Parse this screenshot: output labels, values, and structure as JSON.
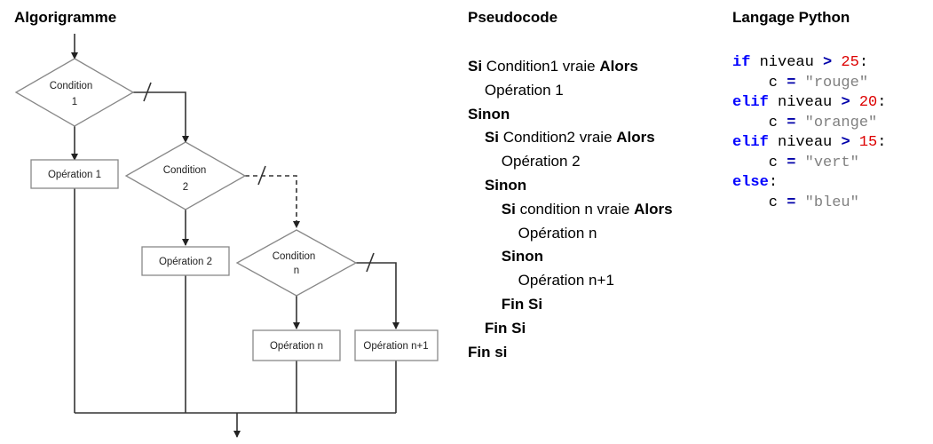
{
  "headings": {
    "algorigramme": "Algorigramme",
    "pseudocode": "Pseudocode",
    "python": "Langage Python"
  },
  "flowchart": {
    "cond1": [
      "Condition",
      "1"
    ],
    "cond2": [
      "Condition",
      "2"
    ],
    "condn": [
      "Condition",
      "n"
    ],
    "op1": "Opération 1",
    "op2": "Opération 2",
    "opn": "Opération n",
    "opn1": "Opération n+1"
  },
  "pseudocode": [
    [
      {
        "t": "Si",
        "b": true
      },
      {
        "t": " Condition1 vraie "
      },
      {
        "t": "Alors",
        "b": true
      }
    ],
    [
      {
        "t": "    Opération 1"
      }
    ],
    [
      {
        "t": "Sinon",
        "b": true
      }
    ],
    [
      {
        "t": "    "
      },
      {
        "t": "Si",
        "b": true
      },
      {
        "t": " Condition2 vraie "
      },
      {
        "t": "Alors",
        "b": true
      }
    ],
    [
      {
        "t": "        Opération 2"
      }
    ],
    [
      {
        "t": "    "
      },
      {
        "t": "Sinon",
        "b": true
      }
    ],
    [
      {
        "t": "        "
      },
      {
        "t": "Si",
        "b": true
      },
      {
        "t": " condition n vraie "
      },
      {
        "t": "Alors",
        "b": true
      }
    ],
    [
      {
        "t": "            Opération n"
      }
    ],
    [
      {
        "t": "        "
      },
      {
        "t": "Sinon",
        "b": true
      }
    ],
    [
      {
        "t": "            Opération n+1"
      }
    ],
    [
      {
        "t": "        "
      },
      {
        "t": "Fin Si",
        "b": true
      }
    ],
    [
      {
        "t": "    "
      },
      {
        "t": "Fin Si",
        "b": true
      }
    ],
    [
      {
        "t": "Fin si",
        "b": true
      }
    ]
  ],
  "python": [
    [
      {
        "t": "if",
        "c": "kw"
      },
      {
        "t": " niveau ",
        "c": "txt"
      },
      {
        "t": ">",
        "c": "op"
      },
      {
        "t": " 25",
        "c": "num"
      },
      {
        "t": ":",
        "c": "txt"
      }
    ],
    [
      {
        "t": "    c ",
        "c": "txt"
      },
      {
        "t": "=",
        "c": "op"
      },
      {
        "t": " \"rouge\"",
        "c": "str"
      }
    ],
    [
      {
        "t": "elif",
        "c": "kw"
      },
      {
        "t": " niveau ",
        "c": "txt"
      },
      {
        "t": ">",
        "c": "op"
      },
      {
        "t": " 20",
        "c": "num"
      },
      {
        "t": ":",
        "c": "txt"
      }
    ],
    [
      {
        "t": "    c ",
        "c": "txt"
      },
      {
        "t": "=",
        "c": "op"
      },
      {
        "t": " \"orange\"",
        "c": "str"
      }
    ],
    [
      {
        "t": "elif",
        "c": "kw"
      },
      {
        "t": " niveau ",
        "c": "txt"
      },
      {
        "t": ">",
        "c": "op"
      },
      {
        "t": " 15",
        "c": "num"
      },
      {
        "t": ":",
        "c": "txt"
      }
    ],
    [
      {
        "t": "    c ",
        "c": "txt"
      },
      {
        "t": "=",
        "c": "op"
      },
      {
        "t": " \"vert\"",
        "c": "str"
      }
    ],
    [
      {
        "t": "else",
        "c": "kw"
      },
      {
        "t": ":",
        "c": "txt"
      }
    ],
    [
      {
        "t": "    c ",
        "c": "txt"
      },
      {
        "t": "=",
        "c": "op"
      },
      {
        "t": " \"bleu\"",
        "c": "str"
      }
    ]
  ]
}
